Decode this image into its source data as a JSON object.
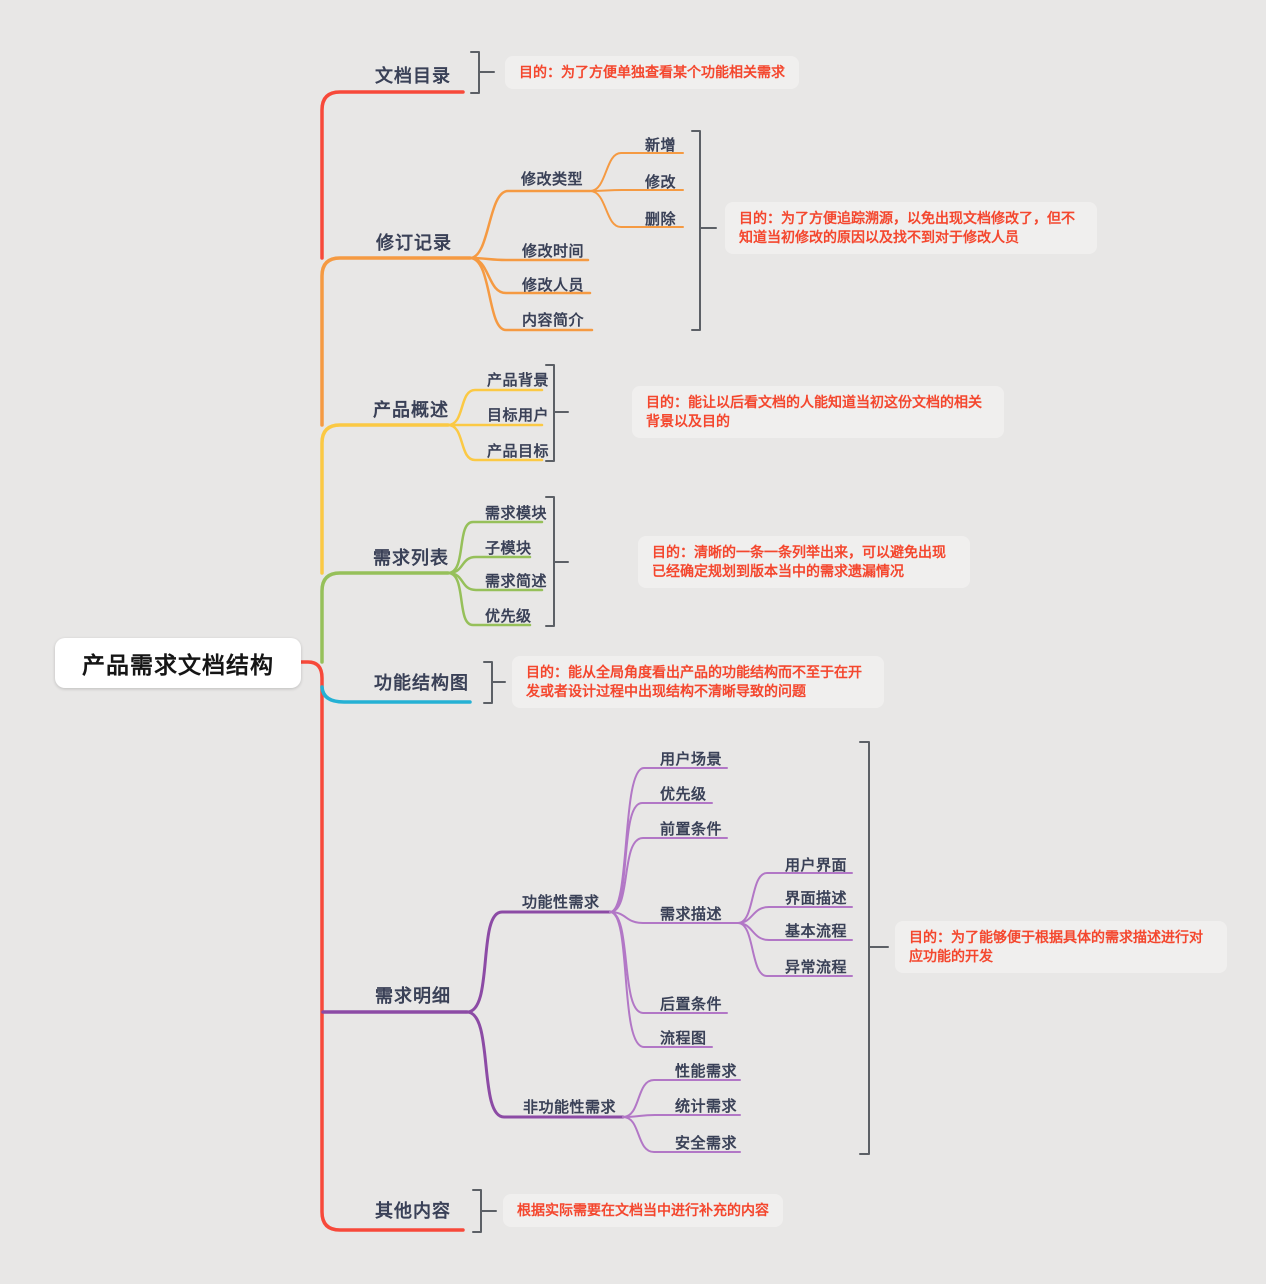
{
  "root": {
    "label": "产品需求文档结构"
  },
  "branches": [
    {
      "label": "文档目录",
      "note": "目的：为了方便单独查看某个功能相关需求"
    },
    {
      "label": "修订记录",
      "note": "目的：为了方便追踪溯源，以免出现文档修改了，但不知道当初修改的原因以及找不到对于修改人员",
      "children": [
        {
          "label": "修改类型",
          "children": [
            {
              "label": "新增"
            },
            {
              "label": "修改"
            },
            {
              "label": "删除"
            }
          ]
        },
        {
          "label": "修改时间"
        },
        {
          "label": "修改人员"
        },
        {
          "label": "内容简介"
        }
      ]
    },
    {
      "label": "产品概述",
      "note": "目的：能让以后看文档的人能知道当初这份文档的相关背景以及目的",
      "children": [
        {
          "label": "产品背景"
        },
        {
          "label": "目标用户"
        },
        {
          "label": "产品目标"
        }
      ]
    },
    {
      "label": "需求列表",
      "note": "目的：清晰的一条一条列举出来，可以避免出现已经确定规划到版本当中的需求遗漏情况",
      "children": [
        {
          "label": "需求模块"
        },
        {
          "label": "子模块"
        },
        {
          "label": "需求简述"
        },
        {
          "label": "优先级"
        }
      ]
    },
    {
      "label": "功能结构图",
      "note": "目的：能从全局角度看出产品的功能结构而不至于在开发或者设计过程中出现结构不清晰导致的问题"
    },
    {
      "label": "需求明细",
      "note": "目的：为了能够便于根据具体的需求描述进行对应功能的开发",
      "children": [
        {
          "label": "功能性需求",
          "children": [
            {
              "label": "用户场景"
            },
            {
              "label": "优先级"
            },
            {
              "label": "前置条件"
            },
            {
              "label": "需求描述",
              "children": [
                {
                  "label": "用户界面"
                },
                {
                  "label": "界面描述"
                },
                {
                  "label": "基本流程"
                },
                {
                  "label": "异常流程"
                }
              ]
            },
            {
              "label": "后置条件"
            },
            {
              "label": "流程图"
            }
          ]
        },
        {
          "label": "非功能性需求",
          "children": [
            {
              "label": "性能需求"
            },
            {
              "label": "统计需求"
            },
            {
              "label": "安全需求"
            }
          ]
        }
      ]
    },
    {
      "label": "其他内容",
      "note": "根据实际需要在文档当中进行补充的内容"
    }
  ],
  "colors": {
    "page_bg": "#e8e7e6",
    "root_bg": "#ffffff",
    "root_text": "#151515",
    "label_text": "#3a4157",
    "note_text": "#f4472e",
    "note_bg": "#f0efee",
    "bracket": "#5c6066",
    "red": "#f7493a",
    "orange": "#f59a42",
    "yellow": "#fbc944",
    "green": "#96c05a",
    "cyan": "#25b1d4",
    "purple": "#8c4ba5",
    "purple_light": "#b277c6"
  }
}
